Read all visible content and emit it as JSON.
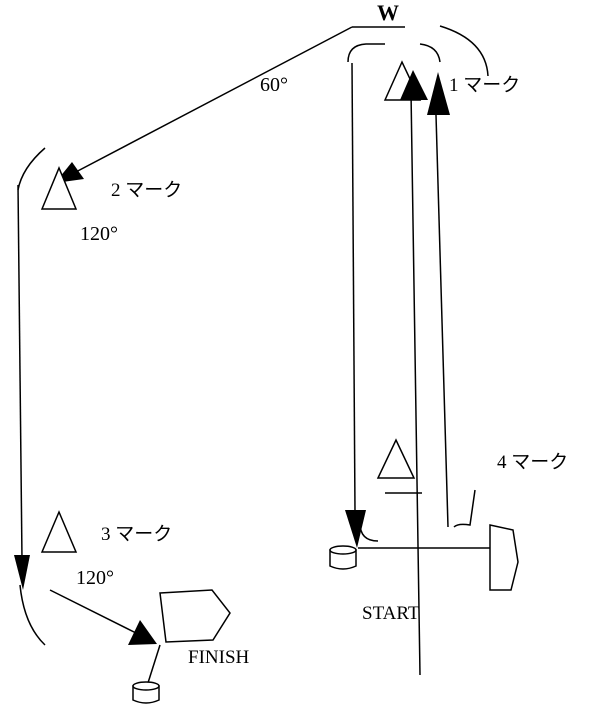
{
  "diagram": {
    "wind_label": "W",
    "marks": [
      {
        "id": "mark1",
        "label": "1 マーク"
      },
      {
        "id": "mark2",
        "label": "2 マーク"
      },
      {
        "id": "mark3",
        "label": "3 マーク"
      },
      {
        "id": "mark4",
        "label": "4 マーク"
      }
    ],
    "angles": [
      {
        "id": "angle-wind",
        "label": "60°"
      },
      {
        "id": "angle-mark2",
        "label": "120°"
      },
      {
        "id": "angle-mark3",
        "label": "120°"
      }
    ],
    "start_label": "START",
    "finish_label": "FINISH"
  }
}
